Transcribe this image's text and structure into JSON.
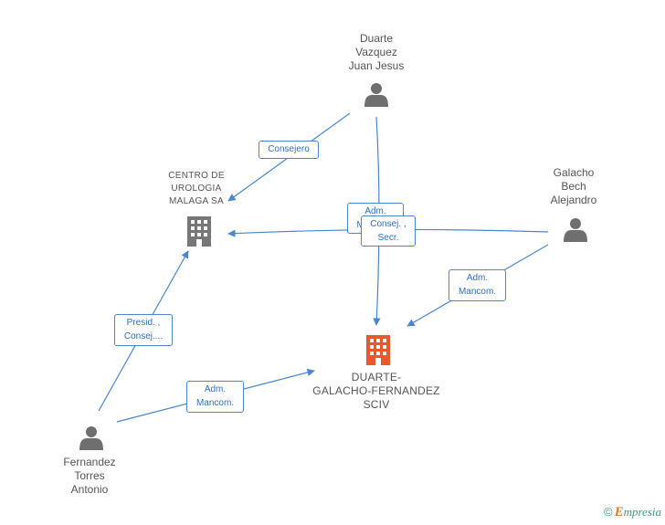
{
  "nodes": {
    "duarte_vazquez": {
      "label": "Duarte\nVazquez\nJuan Jesus",
      "kind": "person"
    },
    "galacho_bech": {
      "label": "Galacho\nBech\nAlejandro",
      "kind": "person"
    },
    "fernandez_torres": {
      "label": "Fernandez\nTorres\nAntonio",
      "kind": "person"
    },
    "centro_urologia": {
      "label": "CENTRO DE\nUROLOGIA\nMALAGA SA",
      "kind": "company",
      "color": "#777777"
    },
    "duarte_galacho": {
      "label": "DUARTE-\nGALACHO-FERNANDEZ\nSCIV",
      "kind": "company",
      "color": "#e8572f"
    }
  },
  "edges": [
    {
      "label": "Consejero",
      "from": "Duarte Vazquez Juan Jesus",
      "to": "CENTRO DE UROLOGIA MALAGA SA"
    },
    {
      "label": "Adm.\nMancom.",
      "from": "Duarte Vazquez Juan Jesus",
      "to": "DUARTE-GALACHO-FERNANDEZ SCIV"
    },
    {
      "label": "Consej. ,\nSecr.",
      "from": "Galacho Bech Alejandro",
      "to": "CENTRO DE UROLOGIA MALAGA SA"
    },
    {
      "label": "Adm.\nMancom.",
      "from": "Galacho Bech Alejandro",
      "to": "DUARTE-GALACHO-FERNANDEZ SCIV"
    },
    {
      "label": "Presid. ,\nConsej....",
      "from": "Fernandez Torres Antonio",
      "to": "CENTRO DE UROLOGIA MALAGA SA"
    },
    {
      "label": "Adm.\nMancom.",
      "from": "Fernandez Torres Antonio",
      "to": "DUARTE-GALACHO-FERNANDEZ SCIV"
    }
  ],
  "colors": {
    "edge": "#4a86d4",
    "person_icon": "#6f6f6f",
    "company_gray": "#777777",
    "company_main": "#e8572f"
  },
  "footer": {
    "copyright": "©",
    "brand_first": "E",
    "brand_rest": "mpresia"
  }
}
